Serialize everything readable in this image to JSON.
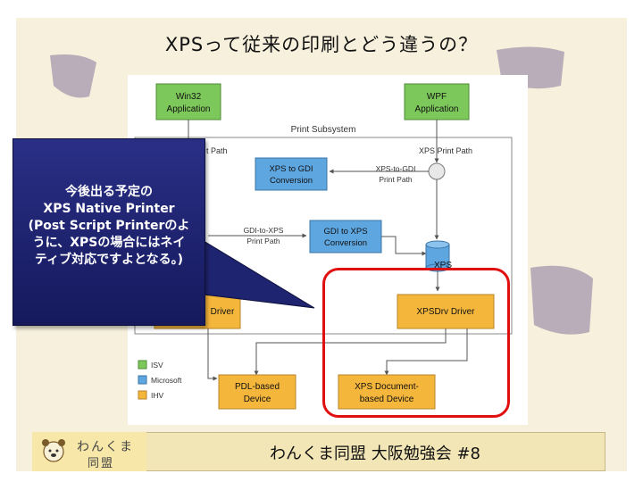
{
  "title": "XPSって従来の印刷とどう違うの？",
  "diagram": {
    "subsystem_label": "Print Subsystem",
    "win32": [
      "Win32",
      "Application"
    ],
    "wpf": [
      "WPF",
      "Application"
    ],
    "gdi_print_path": "GDI Print Path",
    "gdi_print_path_visible": "t Path",
    "xps_print_path": "XPS Print Path",
    "xps_to_gdi": [
      "XPS to GDI",
      "Conversion"
    ],
    "xps_to_gdi_path": [
      "XPS-to-GDI",
      "Print Path"
    ],
    "gdi_to_xps_path": [
      "GDI-to-XPS",
      "Print Path"
    ],
    "gdi_to_xps": [
      "GDI to XPS",
      "Conversion"
    ],
    "xps_spool": "XPS",
    "left_driver_visible": "Driver",
    "xpsdrv_driver": "XPSDrv Driver",
    "pdl_device": [
      "PDL-based",
      "Device"
    ],
    "xps_device": [
      "XPS Document-",
      "based Device"
    ],
    "legend": [
      "ISV",
      "Microsoft",
      "IHV"
    ],
    "colors": {
      "isv": "#7dc85a",
      "microsoft": "#5ea6e0",
      "ihv": "#f5b63c",
      "highlight": "#e01010",
      "callout": "#1f2470"
    }
  },
  "callout": "今後出る予定の\nXPS Native Printer\n(Post Script Printerのよ\nうに、XPSの場合にはネイ\nティブ対応ですよとなる。)",
  "footer": {
    "logo_line1": "わんくま",
    "logo_line2": "同盟",
    "text": "わんくま同盟 大阪勉強会 #8"
  }
}
